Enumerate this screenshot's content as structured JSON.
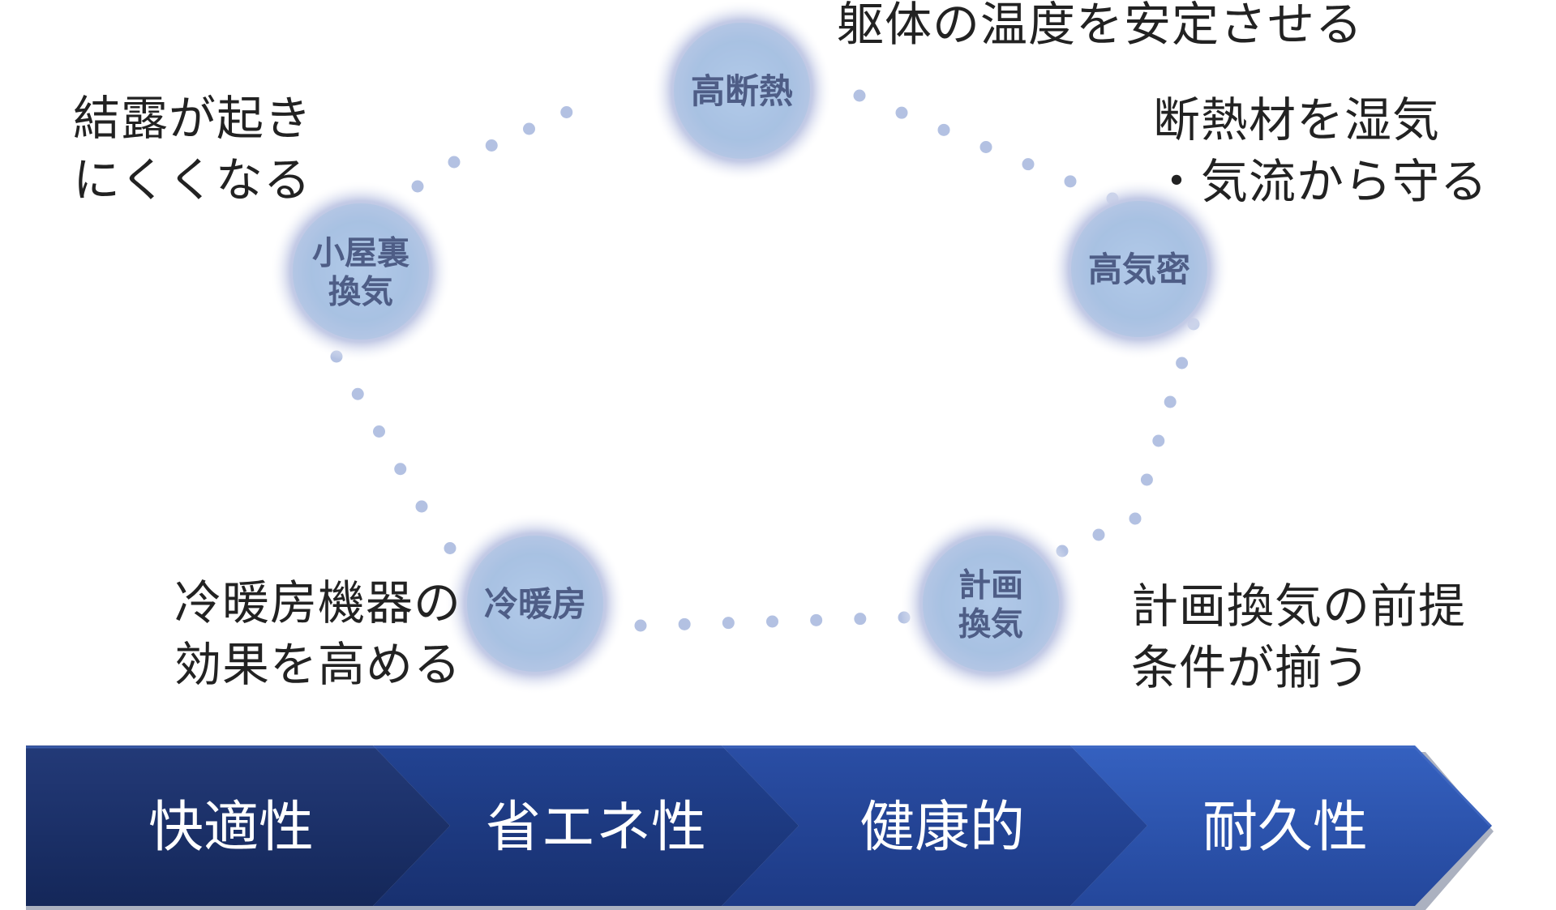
{
  "nodes": [
    {
      "id": "high-insulation",
      "lines": [
        "高断熱"
      ]
    },
    {
      "id": "high-airtightness",
      "lines": [
        "高気密"
      ]
    },
    {
      "id": "planned-ventilation",
      "lines": [
        "計画",
        "換気"
      ]
    },
    {
      "id": "heating-cooling",
      "lines": [
        "冷暖房"
      ]
    },
    {
      "id": "attic-ventilation",
      "lines": [
        "小屋裏",
        "換気"
      ]
    }
  ],
  "notes": {
    "top": [
      "躯体の温度を安定させる"
    ],
    "top_right": [
      "断熱材を湿気",
      "・気流から守る"
    ],
    "bottom_right": [
      "計画換気の前提",
      "条件が揃う"
    ],
    "bottom_left": [
      "冷暖房機器の",
      "効果を高める"
    ],
    "top_left": [
      "結露が起き",
      "にくくなる"
    ]
  },
  "stages": [
    "快適性",
    "省エネ性",
    "健康的",
    "耐久性"
  ],
  "colors": {
    "node_core": "#a9c3e3",
    "node_glow": "#dfe3f2",
    "node_text": "#4e5d86",
    "dot": "#b3c1e2",
    "dot_dark": "#5f6b8e",
    "arrow_dark": "#1b2f67",
    "arrow_mid": "#1f3d8f",
    "arrow_light": "#2c56b8",
    "text": "#222222"
  }
}
